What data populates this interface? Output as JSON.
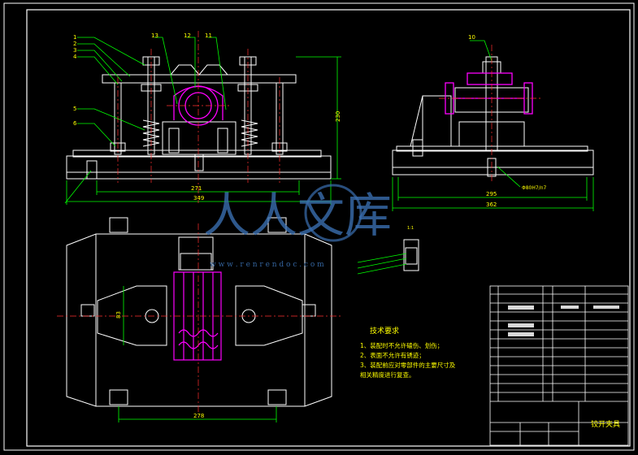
{
  "drawing": {
    "title_block": {
      "title": "铰开夹具"
    },
    "tech_requirements": {
      "heading": "技术要求",
      "items": [
        "1、装配时不允许磕伤、划伤；",
        "2、表面不允许有锈迹；",
        "3、装配前应对零部件的主要尺寸及",
        "相关精度进行复查。"
      ]
    },
    "dimensions": {
      "front_width_total": "349",
      "front_width_inner": "271",
      "front_height": "230",
      "side_width_inner": "295",
      "side_width_total": "362",
      "plan_width": "278",
      "plan_height": "83",
      "side_fit": "Φ80H7/n7",
      "label_side": "10",
      "label_tiny": "1:1"
    },
    "callouts": [
      "1",
      "2",
      "3",
      "4",
      "5",
      "6",
      "13",
      "12",
      "11",
      "10"
    ],
    "watermark": {
      "cn": "人人文库",
      "url": "w w w . r e n r e n d o c . c o m"
    },
    "colors": {
      "background": "#000000",
      "lines": "#ffffff",
      "dims": "#00ff00",
      "parts": "#ff00ff",
      "centerlines": "#ff3030",
      "text": "#ffff00"
    }
  }
}
